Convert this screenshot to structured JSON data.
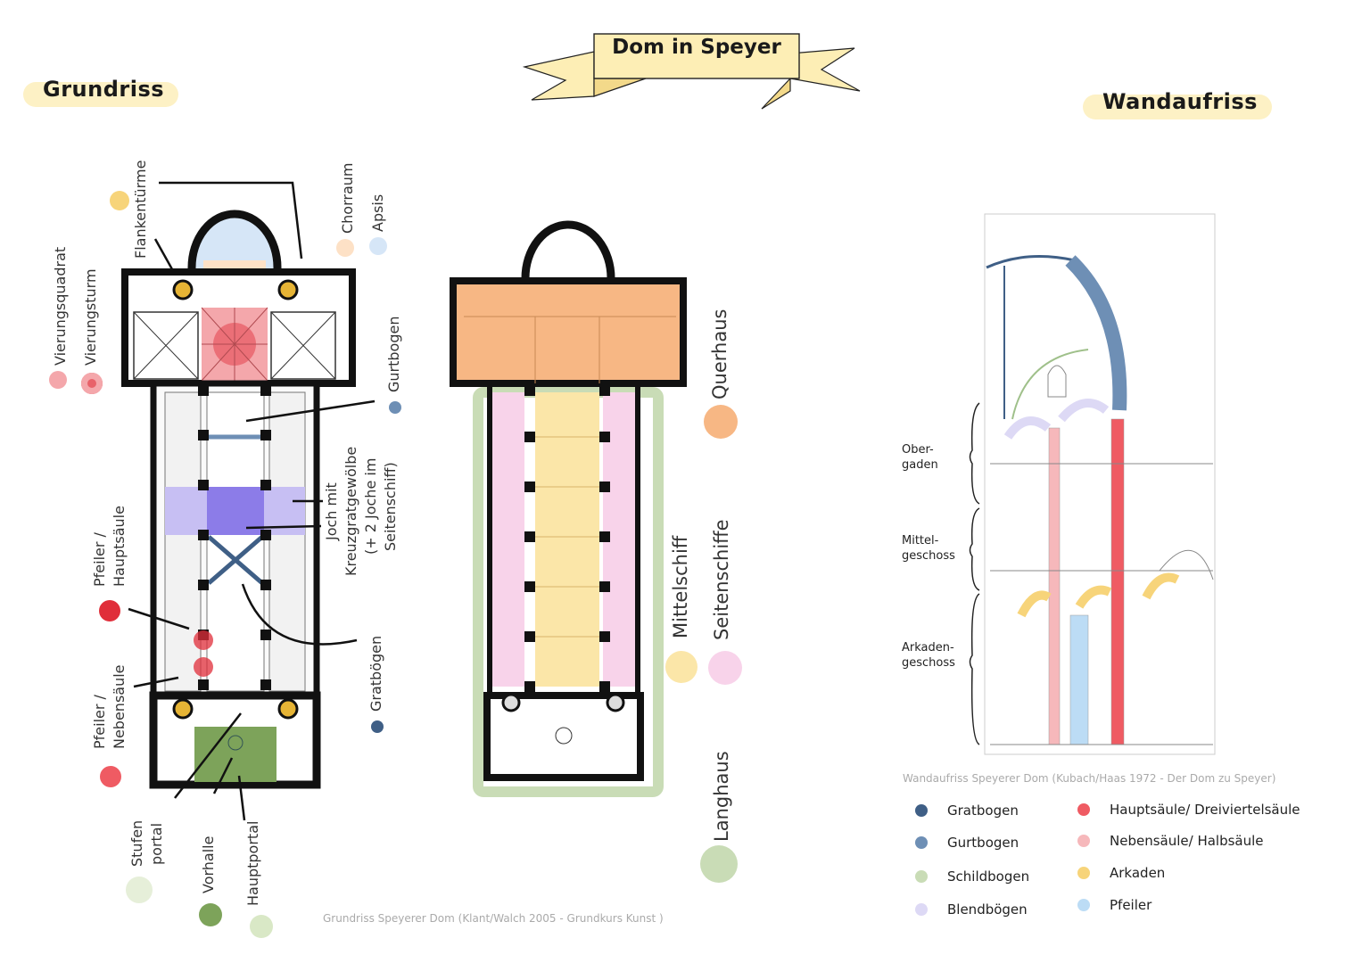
{
  "title": "Dom in Speyer",
  "headings": {
    "grundriss": "Grundriss",
    "wandaufriss": "Wandaufriss"
  },
  "plan_labels": {
    "vierungsquadrat": "Vierungsquadrat",
    "vierungsturm": "Vierungsturm",
    "flankentuerme": "Flankentürme",
    "chorraum": "Chorraum",
    "apsis": "Apsis",
    "gurtbogen": "Gurtbogen",
    "joch_line1": "Joch mit",
    "joch_line2": "Kreuzgratgewölbe",
    "joch_line3": "(+ 2 Joche im",
    "joch_line4": "Seitenschiff)",
    "pfeiler_haupt_line1": "Pfeiler /",
    "pfeiler_haupt_line2": "Hauptsäule",
    "pfeiler_neben_line1": "Pfeiler /",
    "pfeiler_neben_line2": "Nebensäule",
    "gratboegen": "Gratbögen",
    "stufenportal_line1": "Stufen",
    "stufenportal_line2": "portal",
    "vorhalle": "Vorhalle",
    "hauptportal": "Hauptportal",
    "querhaus": "Querhaus",
    "mittelschiff": "Mittelschiff",
    "seitenschiffe": "Seitenschiffe",
    "langhaus": "Langhaus"
  },
  "storeys": {
    "obergaden": "Ober-\ngaden",
    "mittelgeschoss": "Mittel-\ngeschoss",
    "arkadengeschoss": "Arkaden-\ngeschoss"
  },
  "captions": {
    "grundriss": "Grundriss Speyerer Dom (Klant/Walch 2005 - Grundkurs Kunst )",
    "wandaufriss": "Wandaufriss Speyerer Dom (Kubach/Haas 1972 - Der Dom zu Speyer)"
  },
  "legend": [
    {
      "label": "Gratbogen",
      "color": "#3f5f86"
    },
    {
      "label": "Gurtbogen",
      "color": "#6e8fb5"
    },
    {
      "label": "Schildbogen",
      "color": "#c9dcb6"
    },
    {
      "label": "Blendbögen",
      "color": "#ddd9f5"
    },
    {
      "label": "Hauptsäule/ Dreiviertelsäule",
      "color": "#ef5b63"
    },
    {
      "label": "Nebensäule/ Halbsäule",
      "color": "#f6b8bb"
    },
    {
      "label": "Arkaden",
      "color": "#f7d47a"
    },
    {
      "label": "Pfeiler",
      "color": "#bcdcf5"
    }
  ],
  "colors": {
    "vierung": "#f4a7ab",
    "vierungsturm": "#e8626a",
    "chorraum": "#fde1c6",
    "apsis": "#d6e6f7",
    "joch": "#8c7ce8",
    "joch_light": "#c7bff3",
    "hauptsaeule": "#e02e3a",
    "querhaus": "#f7b784",
    "mittelschiff": "#fbe6a8",
    "seitenschiffe": "#f8d3ea",
    "langhaus": "#c9dcb6",
    "vorhalle": "#7da35a",
    "banner": "#fdeeb5"
  }
}
